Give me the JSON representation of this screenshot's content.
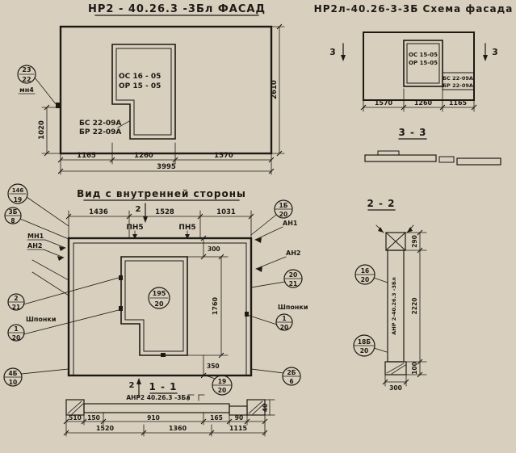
{
  "colors": {
    "bg": "#d8cfbe",
    "ink": "#1d1a14"
  },
  "facade": {
    "title": "НР2 - 40.26.3  -3Бл  ФАСАД",
    "opening1": "ОС 16 - 05",
    "opening2": "ОР 15 - 05",
    "block1": "БС 22-09А",
    "block2": "БР 22-09А",
    "callout": {
      "t": "23",
      "b": "22"
    },
    "note": "мн4",
    "dim_left": "1020",
    "dim_right": "2610",
    "dims_bottom": [
      "1165",
      "1260",
      "1570"
    ],
    "dim_total": "3995"
  },
  "scheme": {
    "title": "НР2л-40.26-3-3Б  Схема фасада",
    "marker": "3",
    "opening1": "ОС 15-05",
    "opening2": "ОР 15-05",
    "block1": "БС 22-09А",
    "block2": "БР 22-09А",
    "dims_bottom": [
      "1570",
      "1260",
      "1165"
    ],
    "section_title": "3 - 3"
  },
  "section22_title": "2 - 2",
  "inner": {
    "title": "Вид с  внутренней  стороны",
    "dims_top": [
      "1436",
      "1528",
      "1031"
    ],
    "marker_top": "2",
    "marker_bottom": "2",
    "pn": "ПН5",
    "mn1": "МН1",
    "an1": "АН1",
    "an2": "АН2",
    "shponki": "Шпонки",
    "dim_300": "300",
    "dim_1760": "1760",
    "dim_350": "350",
    "callouts": {
      "c146": {
        "t": "146",
        "b": "19"
      },
      "c3b": {
        "t": "3Б",
        "b": "8"
      },
      "c2_21": {
        "t": "2",
        "b": "21"
      },
      "c1_20": {
        "t": "1",
        "b": "20"
      },
      "c4b": {
        "t": "4Б",
        "b": "10"
      },
      "c195": {
        "t": "195",
        "b": "20"
      },
      "c1b": {
        "t": "1Б",
        "b": "20"
      },
      "c20_21": {
        "t": "20",
        "b": "21"
      },
      "c2b": {
        "t": "2Б",
        "b": "6"
      },
      "c19": {
        "t": "19",
        "b": "20"
      }
    },
    "section_title": "1 - 1"
  },
  "s11": {
    "label": "АНР2 40.26.3  -3Бл",
    "dim_40": "40",
    "dims_r1": [
      "510",
      "150",
      "910",
      "165",
      "90"
    ],
    "dims_r2": [
      "1520",
      "1360",
      "1115"
    ]
  },
  "s22": {
    "label": "АНР 2-40.26.3 -3Бл",
    "dim_290": "290",
    "dim_2220": "2220",
    "dim_100": "100",
    "dim_300": "300",
    "callouts": {
      "c16": {
        "t": "16",
        "b": "20"
      },
      "c18b": {
        "t": "18Б",
        "b": "20"
      }
    }
  }
}
